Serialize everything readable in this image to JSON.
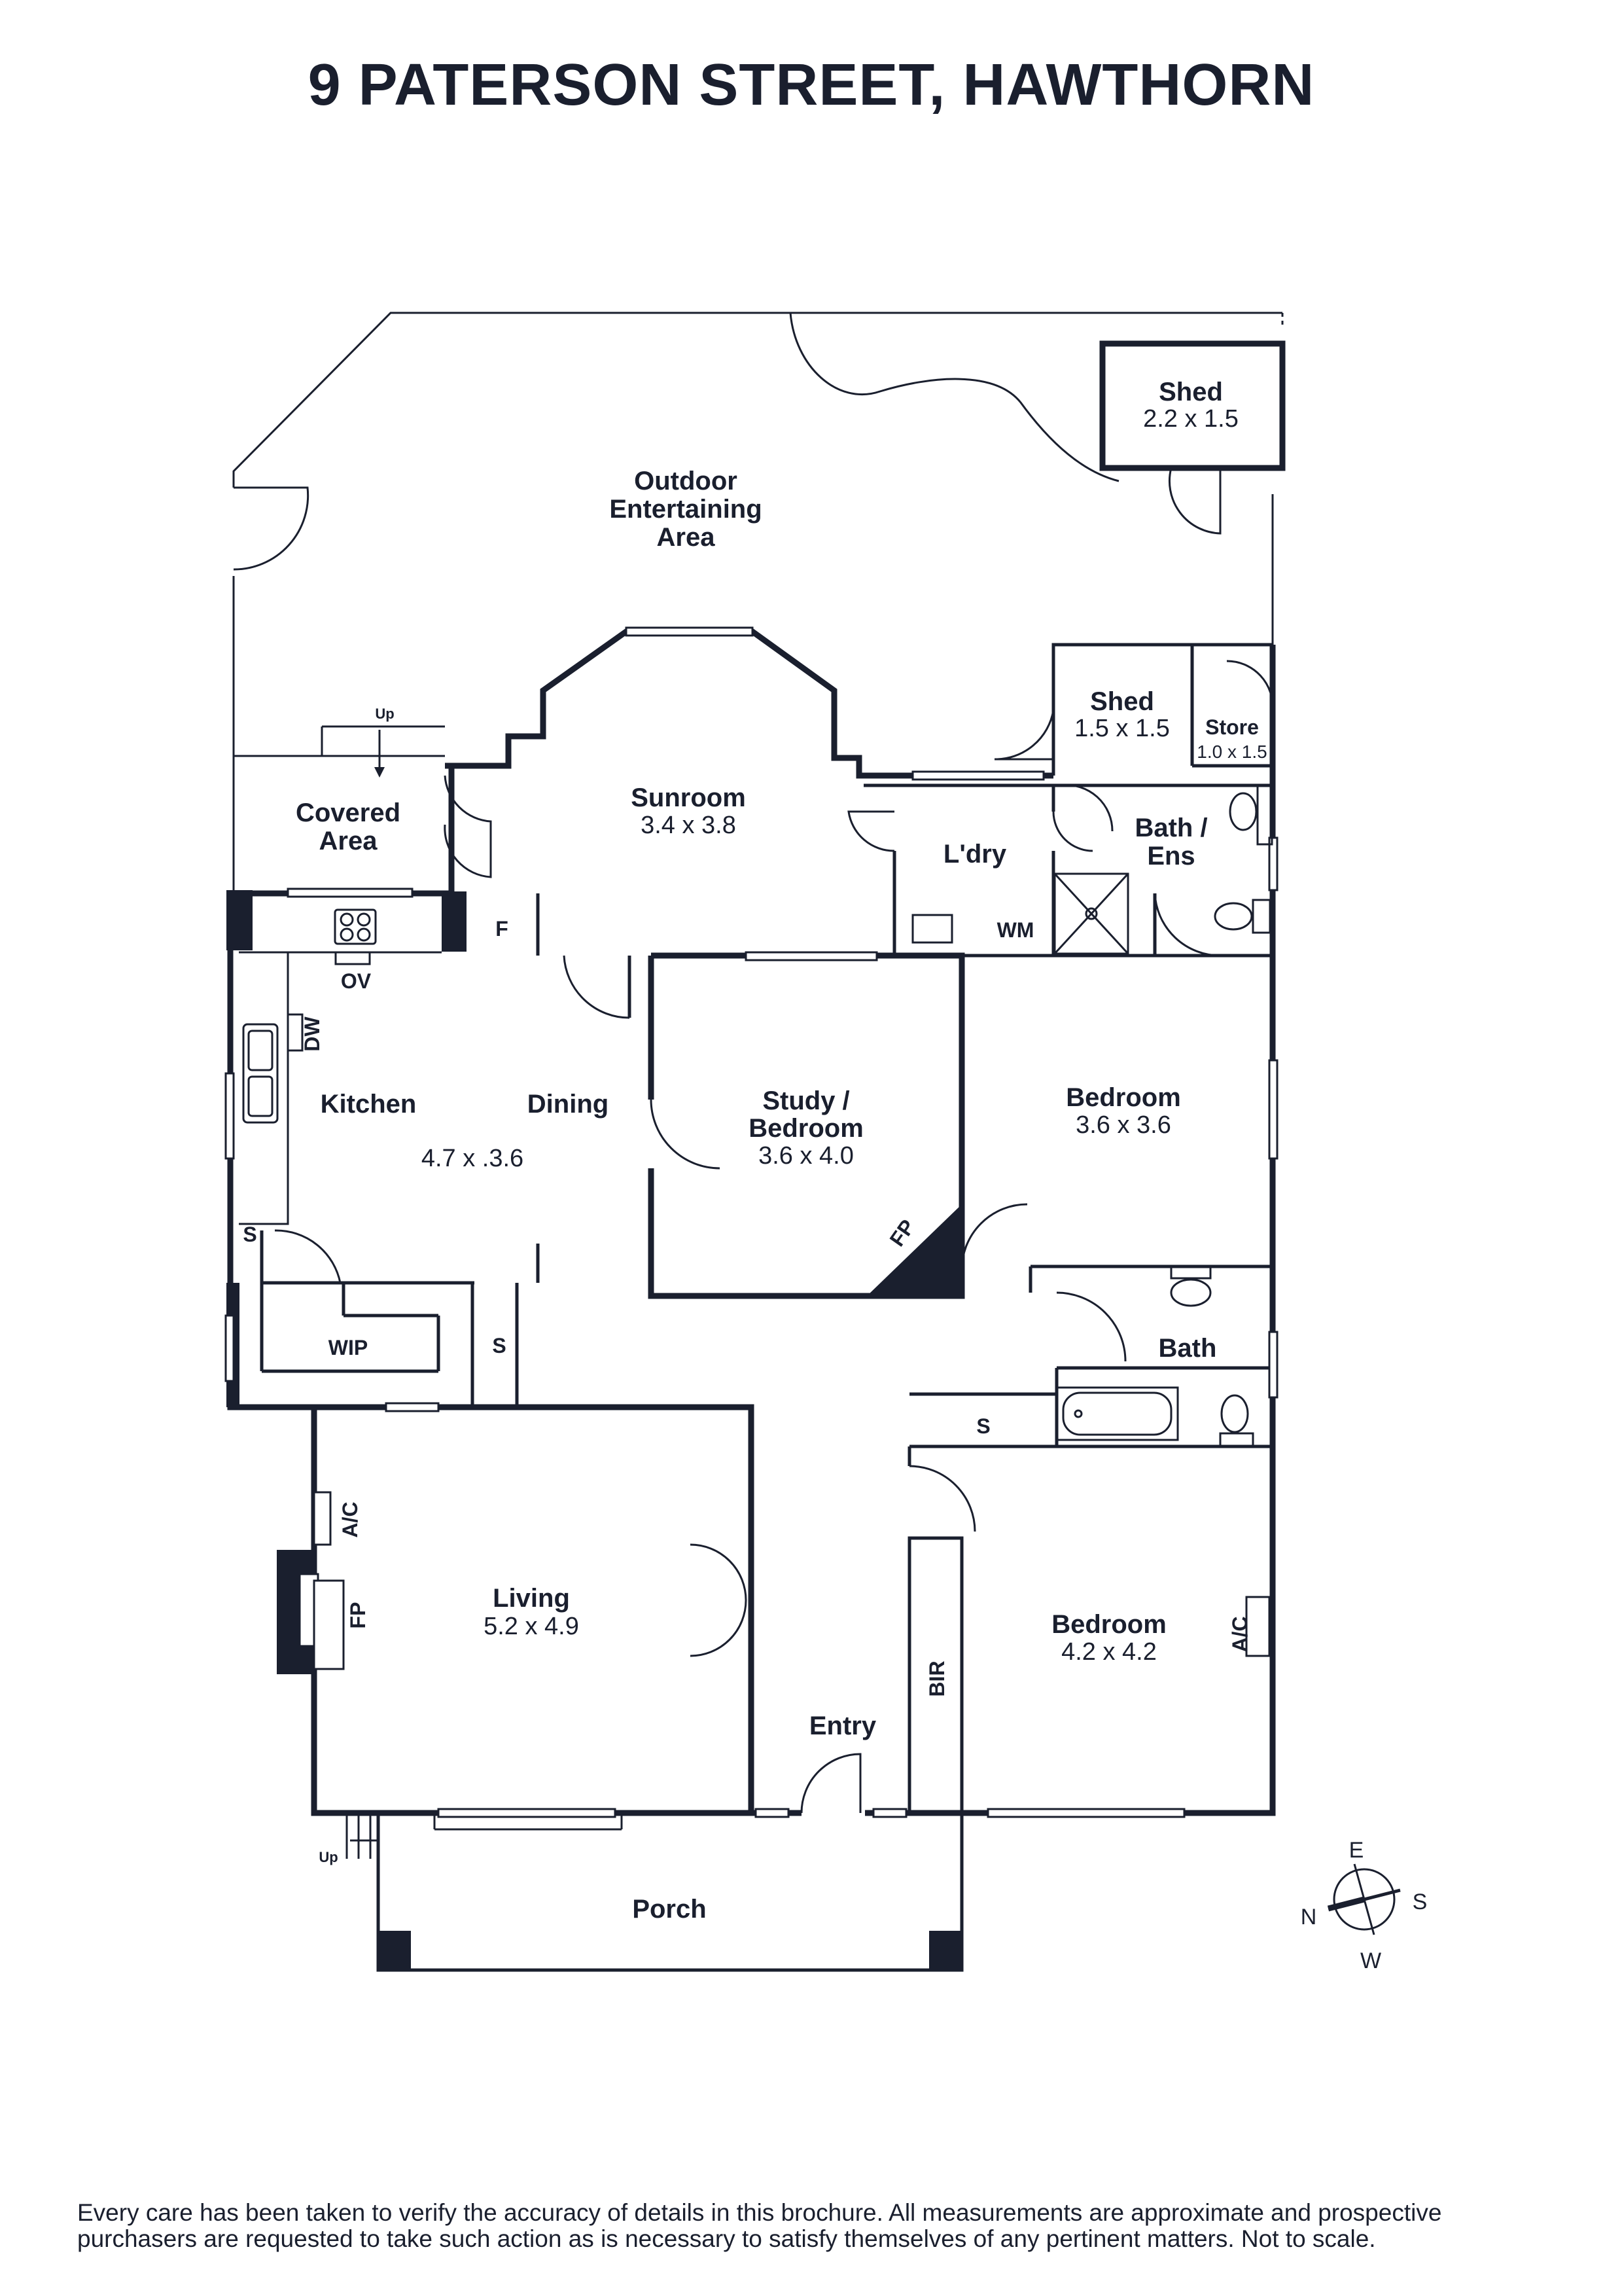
{
  "title": "9 PATERSON STREET, HAWTHORN",
  "rooms": {
    "outdoor": {
      "l1": "Outdoor",
      "l2": "Entertaining",
      "l3": "Area"
    },
    "shed_large": {
      "name": "Shed",
      "dim": "2.2 x 1.5"
    },
    "shed_small": {
      "name": "Shed",
      "dim": "1.5 x 1.5"
    },
    "store": {
      "name": "Store",
      "dim": "1.0 x 1.5"
    },
    "covered": {
      "l1": "Covered",
      "l2": "Area"
    },
    "sunroom": {
      "name": "Sunroom",
      "dim": "3.4 x 3.8"
    },
    "laundry": {
      "name": "L'dry"
    },
    "bath_ens": {
      "l1": "Bath /",
      "l2": "Ens"
    },
    "kitchen": {
      "name": "Kitchen"
    },
    "dining": {
      "name": "Dining",
      "dim": "4.7 x .3.6"
    },
    "study": {
      "l1": "Study /",
      "l2": "Bedroom",
      "dim": "3.6 x 4.0"
    },
    "bedroom1": {
      "name": "Bedroom",
      "dim": "3.6 x 3.6"
    },
    "bath": {
      "name": "Bath"
    },
    "living": {
      "name": "Living",
      "dim": "5.2 x 4.9"
    },
    "entry": {
      "name": "Entry"
    },
    "bedroom2": {
      "name": "Bedroom",
      "dim": "4.2 x 4.2"
    },
    "porch": {
      "name": "Porch"
    }
  },
  "fixtures": {
    "up": "Up",
    "f": "F",
    "ov": "OV",
    "dw": "DW",
    "wm": "WM",
    "s": "S",
    "wip": "WIP",
    "fp": "FP",
    "ac": "A/C",
    "bir": "BIR"
  },
  "compass": {
    "e": "E",
    "s": "S",
    "n": "N",
    "w": "W"
  },
  "disclaimer": {
    "line1": "Every care has been taken to verify the accuracy of details in this brochure. All measurements are approximate and prospective",
    "line2": "purchasers are requested to take such action as is necessary to satisfy themselves of any pertinent matters. Not to scale."
  }
}
